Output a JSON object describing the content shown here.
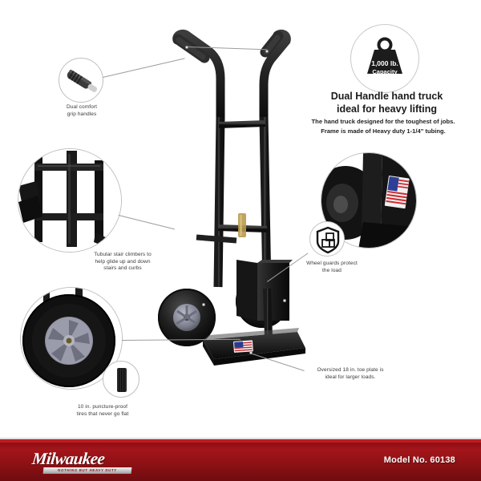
{
  "page": {
    "background": "#ffffff",
    "banner_color": "#8e1114",
    "accent_color": "#c21b22"
  },
  "capacity_badge": {
    "icon": "weight-icon",
    "value": "1,000 lb.",
    "unit_label": "Capacity"
  },
  "headline": {
    "line1": "Dual Handle hand truck",
    "line2": "ideal for heavy lifting"
  },
  "description": {
    "line1": "The hand truck designed for the toughest of jobs.",
    "line2": "Frame is made of Heavy duty 1-1/4\" tubing."
  },
  "callouts": [
    {
      "id": "grip-handles",
      "icon": "handle-grip-icon",
      "label_line1": "Dual comfort",
      "label_line2": "grip handles"
    },
    {
      "id": "stair-climbers",
      "icon": "stair-climber-photo",
      "label_line1": "Tubular stair climbers to",
      "label_line2": "help glide up and down",
      "label_line3": "stairs and curbs"
    },
    {
      "id": "tires",
      "icon": "wheel-photo",
      "inset_icon": "tire-tread-icon",
      "label_line1": "10 in. puncture-proof",
      "label_line2": "tires that never go flat"
    },
    {
      "id": "wheel-guards",
      "icon": "shield-box-icon",
      "label_line1": "Wheel guards protect",
      "label_line2": "the load"
    },
    {
      "id": "toe-plate",
      "label_line1": "Oversized 18 in.  toe plate is",
      "label_line2": "ideal for larger loads."
    }
  ],
  "product": {
    "name": "dual-handle-hand-truck",
    "usa_sticker": "made-in-usa-flag-sticker"
  },
  "footer": {
    "brand": "Milwaukee",
    "brand_tagline": "NOTHING BUT HEAVY DUTY",
    "model_label": "Model No. 60138"
  }
}
